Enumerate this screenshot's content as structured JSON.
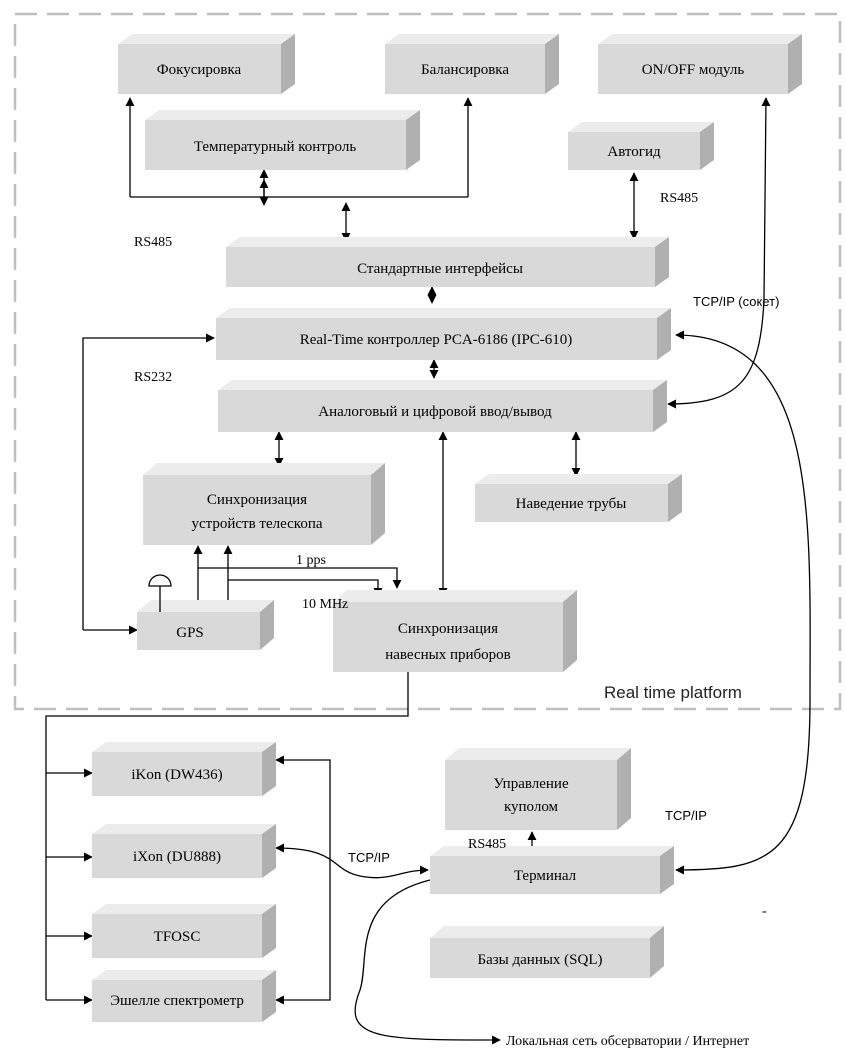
{
  "platform_label": "Real time platform",
  "colors": {
    "front": "#d9d9d9",
    "top": "#ececec",
    "side": "#b0b0b0",
    "dash": "#bfbfbf"
  },
  "boxes": {
    "focus": "Фокусировка",
    "balance": "Балансировка",
    "onoff": "ON/OFF модуль",
    "temp": "Температурный контроль",
    "autoguide": "Автогид",
    "std": "Стандартные интерфейсы",
    "rt": "Real-Time контроллер PCA-6186 (IPC-610)",
    "aio": "Аналоговый и цифровой ввод/вывод",
    "sync_tel_1": "Синхронизация",
    "sync_tel_2": "устройств телескопа",
    "tube": "Наведение трубы",
    "gps": "GPS",
    "sync_inst_1": "Синхронизация",
    "sync_inst_2": "навесных приборов",
    "ikon": "iKon (DW436)",
    "ixon": "iXon (DU888)",
    "tfosc": "TFOSC",
    "echelle": "Эшелле спектрометр",
    "dome_1": "Управление",
    "dome_2": "куполом",
    "terminal": "Терминал",
    "db": "Базы данных (SQL)"
  },
  "labels": {
    "rs485_left": "RS485",
    "rs485_autoguide": "RS485",
    "tcpip_socket": "TCP/IP (сокет)",
    "rs232": "RS232",
    "pps": "1 pps",
    "mhz": "10 MHz",
    "tcpip_right": "TCP/IP",
    "rs485_dome": "RS485",
    "tcpip_mid": "TCP/IP",
    "lan": "Локальная сеть обсерватории / Интернет",
    "dash_mark": "-"
  }
}
